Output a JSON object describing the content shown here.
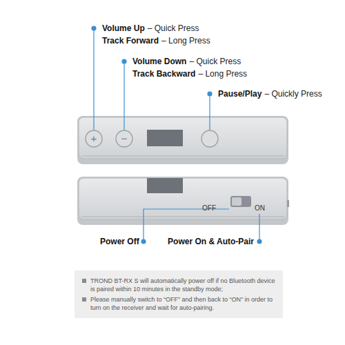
{
  "diagram": {
    "nodes": [
      {
        "text": [
          "TROND BT-RX S will automatically power off if no Bluetooth device is paired within 10 minutes in the standby mode;",
          "Please manually switch to “OFF” and then back to “ON” in order to turn on the receiver and wait for auto-pairing."
        ]
      }
    ],
    "labels": [
      "Volume Up",
      "– Quick Press",
      "Track Forward",
      "– Long Press",
      "Volume Down",
      "– Quick Press",
      "Track Backward",
      "– Long Press",
      "Pause/Play",
      "– Quickly Press",
      "+",
      "−",
      "OFF",
      "ON",
      "Power Off",
      "Power On & Auto-Pair"
    ]
  }
}
